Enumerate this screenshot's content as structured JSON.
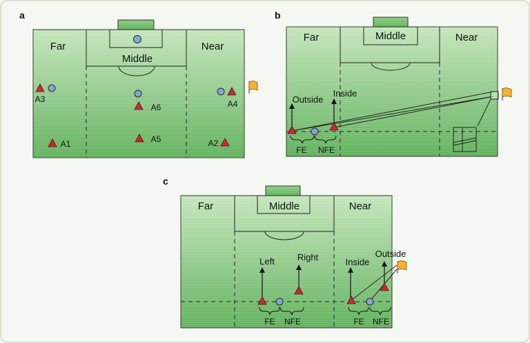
{
  "panel_labels": {
    "a": "a",
    "b": "b",
    "c": "c"
  },
  "zones": {
    "far": "Far",
    "middle": "Middle",
    "near": "Near"
  },
  "panel_a": {
    "players": [
      "A1",
      "A2",
      "A3",
      "A4",
      "A5",
      "A6"
    ]
  },
  "panel_b": {
    "outside": "Outside",
    "inside": "Inside",
    "fe": "FE",
    "nfe": "NFE"
  },
  "panel_c": {
    "left": "Left",
    "right": "Right",
    "inside": "Inside",
    "outside": "Outside",
    "fe_left": "FE",
    "nfe_left": "NFE",
    "fe_right": "FE",
    "nfe_right": "NFE"
  },
  "colors": {
    "field_light": "#c2e2b8",
    "field_dark": "#5fae5b",
    "player_triangle": "#c62b35",
    "player_circle": "#7f9ed3",
    "flag": "#f3b233",
    "line": "#1d1d1d",
    "frame_border": "#c9d7c1"
  }
}
